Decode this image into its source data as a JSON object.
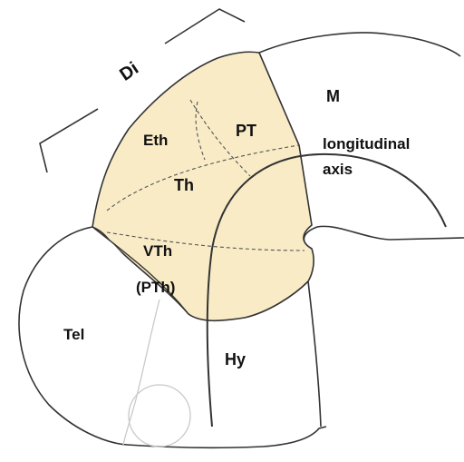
{
  "labels": {
    "di": "Di",
    "m": "M",
    "longitudinal_line1": "longitudinal",
    "longitudinal_line2": "axis",
    "eth": "Eth",
    "pt": "PT",
    "th": "Th",
    "vth": "VTh",
    "pth": "(PTh)",
    "tel": "Tel",
    "hy": "Hy"
  },
  "colors": {
    "diencephalon_fill": "#f8ebc6",
    "outline": "#333333",
    "faint_outline": "#c9c9c9",
    "background": "#ffffff"
  }
}
